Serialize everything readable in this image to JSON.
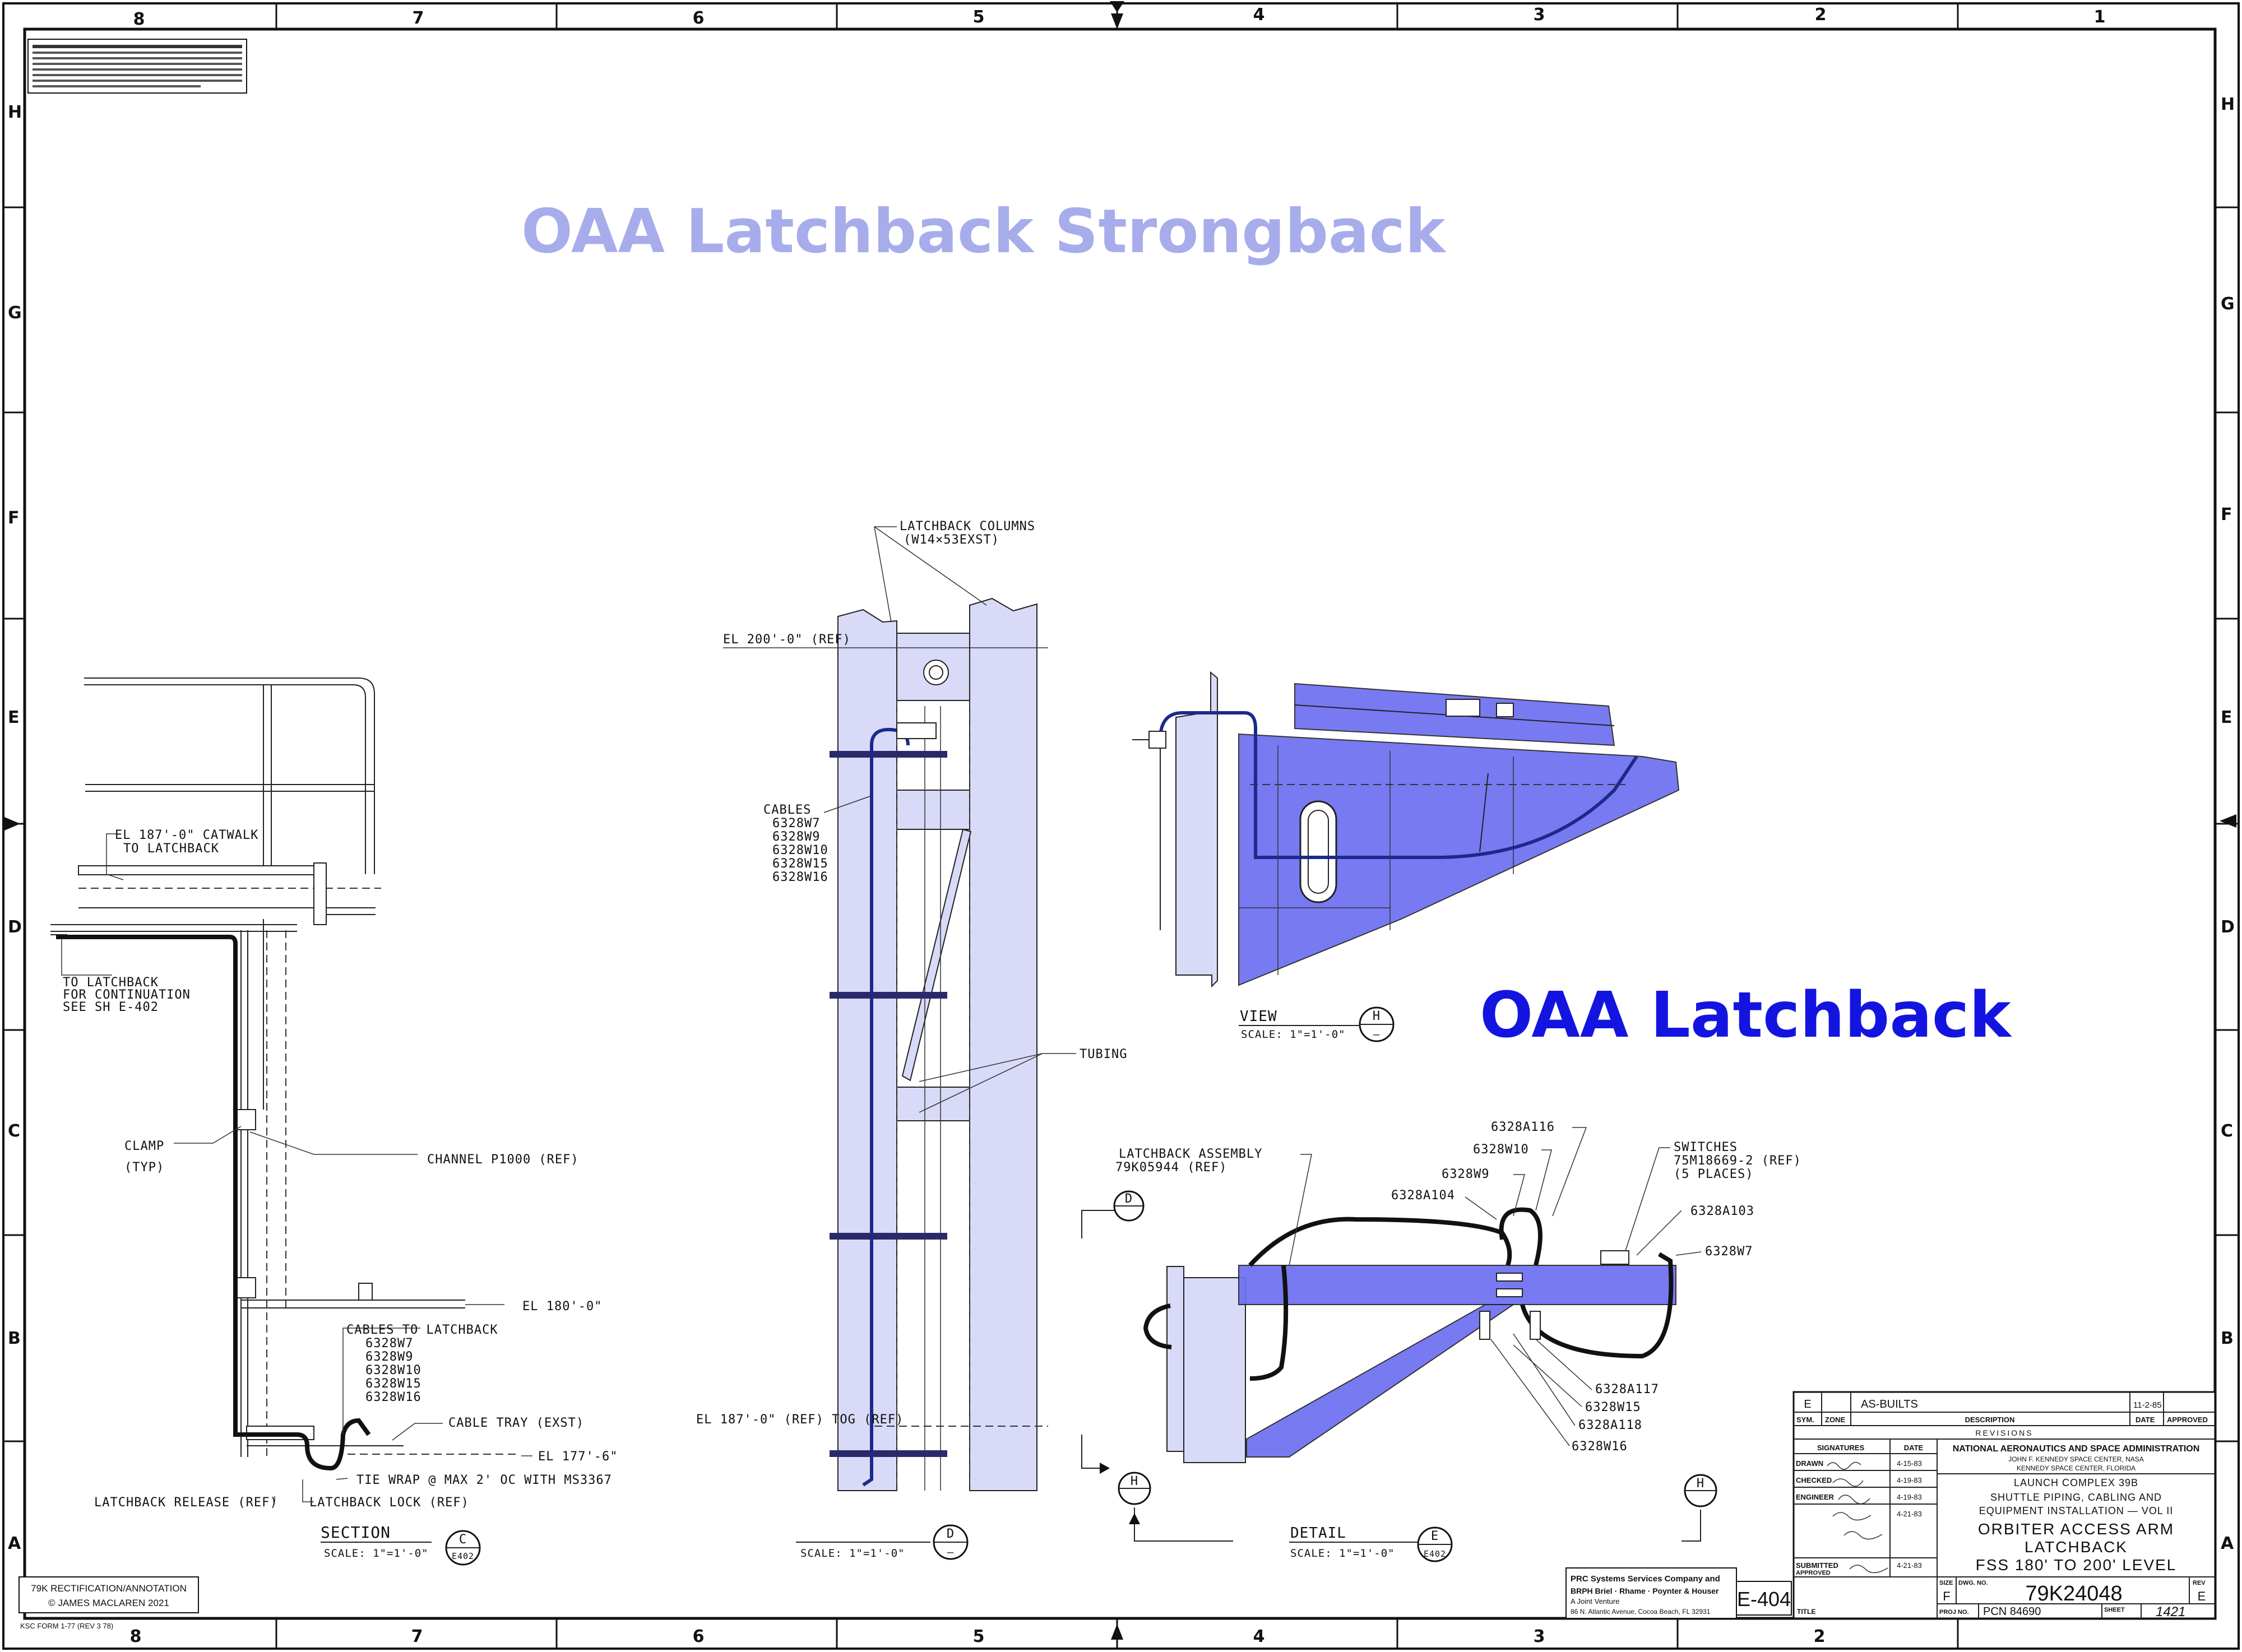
{
  "annotations": {
    "strongback_title": "OAA Latchback Strongback",
    "latchback_title": "OAA Latchback"
  },
  "zones": {
    "columns": [
      "8",
      "7",
      "6",
      "5",
      "4",
      "3",
      "2",
      "1"
    ],
    "rows": [
      "H",
      "G",
      "F",
      "E",
      "D",
      "C",
      "B",
      "A"
    ]
  },
  "section_c": {
    "catwalk": [
      "EL 187'-0\" CATWALK",
      "TO LATCHBACK"
    ],
    "continuation": [
      "TO LATCHBACK",
      "FOR CONTINUATION",
      "SEE SH E-402"
    ],
    "clamp": [
      "CLAMP",
      "(TYP)"
    ],
    "channel": "CHANNEL P1000 (REF)",
    "el180": "EL 180'-0\"",
    "cables": [
      "CABLES TO LATCHBACK",
      "6328W7",
      "6328W9",
      "6328W10",
      "6328W15",
      "6328W16"
    ],
    "cable_tray": "CABLE TRAY (EXST)",
    "el177": "EL 177'-6\"",
    "tie_wrap": "TIE WRAP @ MAX 2' OC WITH MS3367",
    "release": "LATCHBACK RELEASE (REF)",
    "lock": "LATCHBACK LOCK (REF)",
    "title": "SECTION",
    "scale": "SCALE: 1\"=1'-0\"",
    "bubble_top": "C",
    "bubble_bottom": "E402"
  },
  "view_d": {
    "columns": [
      "LATCHBACK COLUMNS",
      "(W14×53EXST)"
    ],
    "el200": "EL 200'-0\" (REF)",
    "cables": [
      "CABLES",
      "6328W7",
      "6328W9",
      "6328W10",
      "6328W15",
      "6328W16"
    ],
    "tubing": "TUBING",
    "el187": "EL 187'-0\" (REF) TOG (REF)",
    "scale": "SCALE: 1\"=1'-0\"",
    "bubble_top": "D",
    "bubble_bottom": "—"
  },
  "view_h": {
    "title": "VIEW",
    "scale": "SCALE: 1\"=1'-0\"",
    "bubble_top": "H",
    "bubble_bottom": "—"
  },
  "detail_e": {
    "assembly": [
      "LATCHBACK ASSEMBLY",
      "79K05944 (REF)"
    ],
    "labels_top": [
      "6328A116",
      "6328W10",
      "6328W9",
      "6328A104"
    ],
    "switches": [
      "SWITCHES",
      "75M18669-2 (REF)",
      "(5 PLACES)"
    ],
    "a103": "6328A103",
    "w7": "6328W7",
    "labels_bottom": [
      "6328A117",
      "6328W15",
      "6328A118",
      "6328W16"
    ],
    "title": "DETAIL",
    "scale": "SCALE: 1\"=1'-0\"",
    "bubble_top": "E",
    "bubble_bottom": "E402",
    "marker_d": "D",
    "marker_h": "H"
  },
  "notice_text": "NOTICE — ALL DRAWINGS, SPECIFICATIONS, OR OTHER DATA ARE FURNISHED FOR INFORMATION ONLY",
  "copyright": [
    "79K RECTIFICATION/ANNOTATION",
    "© JAMES MACLAREN 2021"
  ],
  "form_no": "KSC FORM 1-77 (REV 3 78)",
  "title_block": {
    "rev_letter": "E",
    "rev_desc": "AS-BUILTS",
    "rev_date": "11-2-85",
    "rev_headers": [
      "SYM.",
      "ZONE",
      "DESCRIPTION",
      "DATE",
      "APPROVED"
    ],
    "revisions": "REVISIONS",
    "sig_header": "SIGNATURES",
    "date_header": "DATE",
    "roles": [
      "DRAWN",
      "CHECKED",
      "ENGINEER",
      "SUBMITTED",
      "APPROVED"
    ],
    "dates": [
      "4-15-83",
      "4-19-83",
      "4-19-83",
      "4-21-83",
      "4-21-83"
    ],
    "agency": "NATIONAL AERONAUTICS AND SPACE ADMINISTRATION",
    "center1": "JOHN F. KENNEDY SPACE CENTER, NASA",
    "center2": "KENNEDY SPACE CENTER, FLORIDA",
    "complex": "LAUNCH COMPLEX 39B",
    "project1": "SHUTTLE PIPING, CABLING AND",
    "project2": "EQUIPMENT INSTALLATION — VOL II",
    "subject1": "ORBITER ACCESS ARM",
    "subject2": "LATCHBACK",
    "subject3": "FSS 180' TO 200' LEVEL",
    "size_label": "SIZE",
    "size": "F",
    "dwg_label": "DWG. NO.",
    "dwg_no": "79K24048",
    "rev_label": "REV",
    "rev": "E",
    "proj_label": "PROJ NO.",
    "pcn": "PCN 84690",
    "sheet_label": "SHEET",
    "sheet": "1421",
    "title_label": "TITLE",
    "sheet_id": "E-404",
    "contractor": [
      "PRC Systems Services Company and",
      "BRPH Briel · Rhame · Poynter & Houser",
      "A Joint Venture",
      "86 N. Atlantic Avenue, Cocoa Beach, FL 32931"
    ]
  }
}
